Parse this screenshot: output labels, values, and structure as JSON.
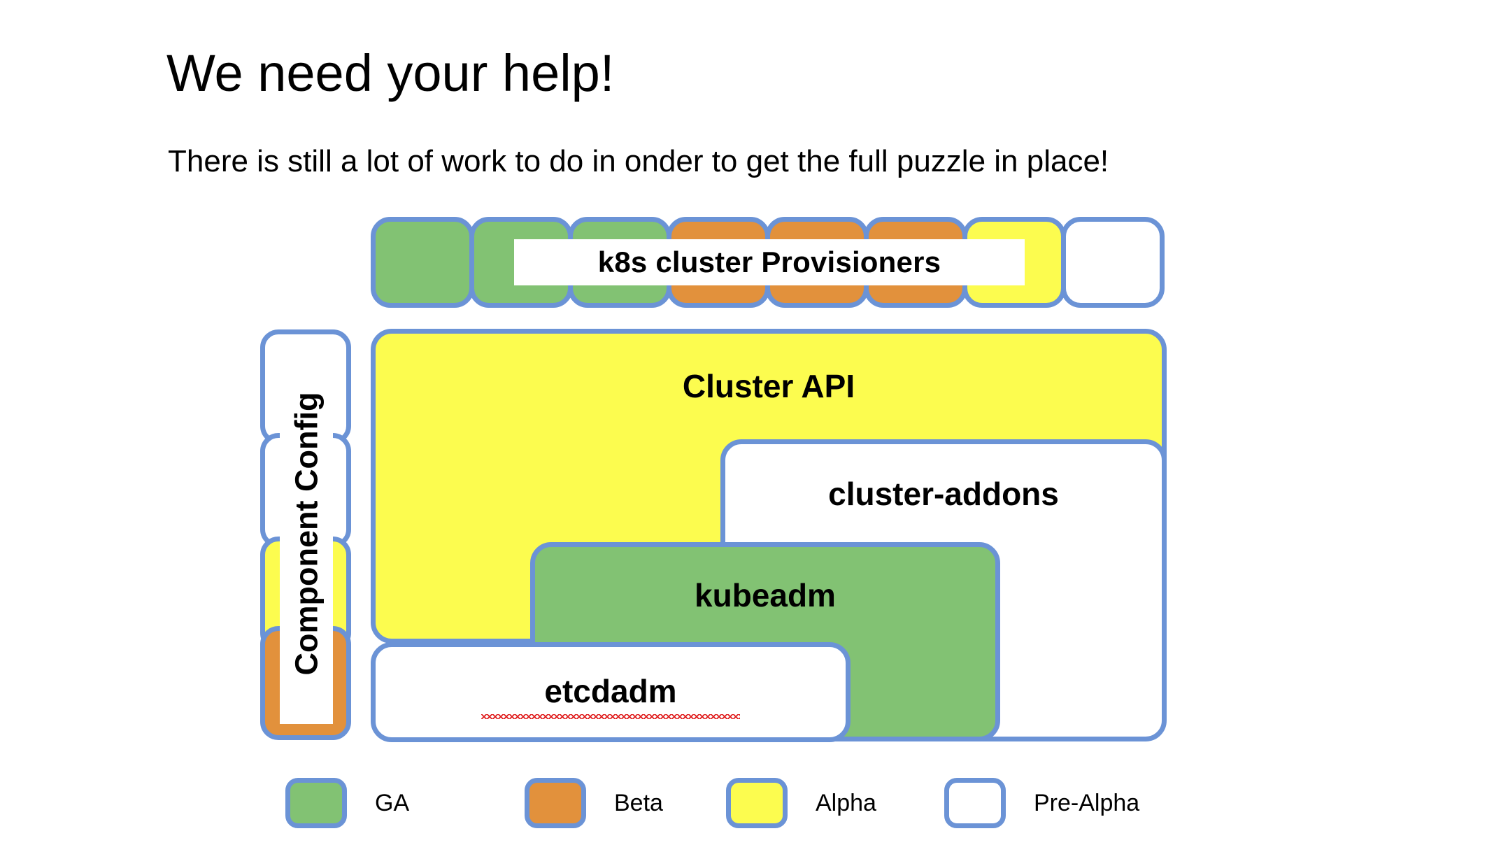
{
  "slide": {
    "title": "We need your help!",
    "subtitle": "There is still a lot of work to do in onder to get the full puzzle in place!"
  },
  "diagram": {
    "provisioners": {
      "banner_label": "k8s cluster Provisioners",
      "boxes": [
        {
          "status": "GA",
          "color": "#82C273"
        },
        {
          "status": "GA",
          "color": "#82C273"
        },
        {
          "status": "GA",
          "color": "#82C273"
        },
        {
          "status": "Beta",
          "color": "#E2913C"
        },
        {
          "status": "Beta",
          "color": "#E2913C"
        },
        {
          "status": "Beta",
          "color": "#E2913C"
        },
        {
          "status": "Alpha",
          "color": "#FCFC4F"
        },
        {
          "status": "Pre-Alpha",
          "color": "#FFFFFF"
        }
      ]
    },
    "component_config": {
      "label": "Component Config",
      "boxes": [
        {
          "status": "Pre-Alpha",
          "color": "#FFFFFF"
        },
        {
          "status": "Pre-Alpha",
          "color": "#FFFFFF"
        },
        {
          "status": "Alpha",
          "color": "#FCFC4F"
        },
        {
          "status": "Beta",
          "color": "#E2913C"
        }
      ]
    },
    "blocks": [
      {
        "label": "Cluster API",
        "status": "Alpha",
        "color": "#FCFC4F"
      },
      {
        "label": "cluster-addons",
        "status": "Pre-Alpha",
        "color": "#FFFFFF"
      },
      {
        "label": "kubeadm",
        "status": "GA",
        "color": "#82C273"
      },
      {
        "label": "etcdadm",
        "status": "Pre-Alpha",
        "color": "#FFFFFF",
        "misspelled": true
      }
    ]
  },
  "legend": {
    "items": [
      {
        "label": "GA",
        "color": "#82C273"
      },
      {
        "label": "Beta",
        "color": "#E2913C"
      },
      {
        "label": "Alpha",
        "color": "#FCFC4F"
      },
      {
        "label": "Pre-Alpha",
        "color": "#FFFFFF"
      }
    ]
  },
  "theme": {
    "border": "#6B93D6",
    "ga": "#82C273",
    "beta": "#E2913C",
    "alpha": "#FCFC4F",
    "prealpha": "#FFFFFF",
    "spellcheck_underline": "#E02020"
  }
}
